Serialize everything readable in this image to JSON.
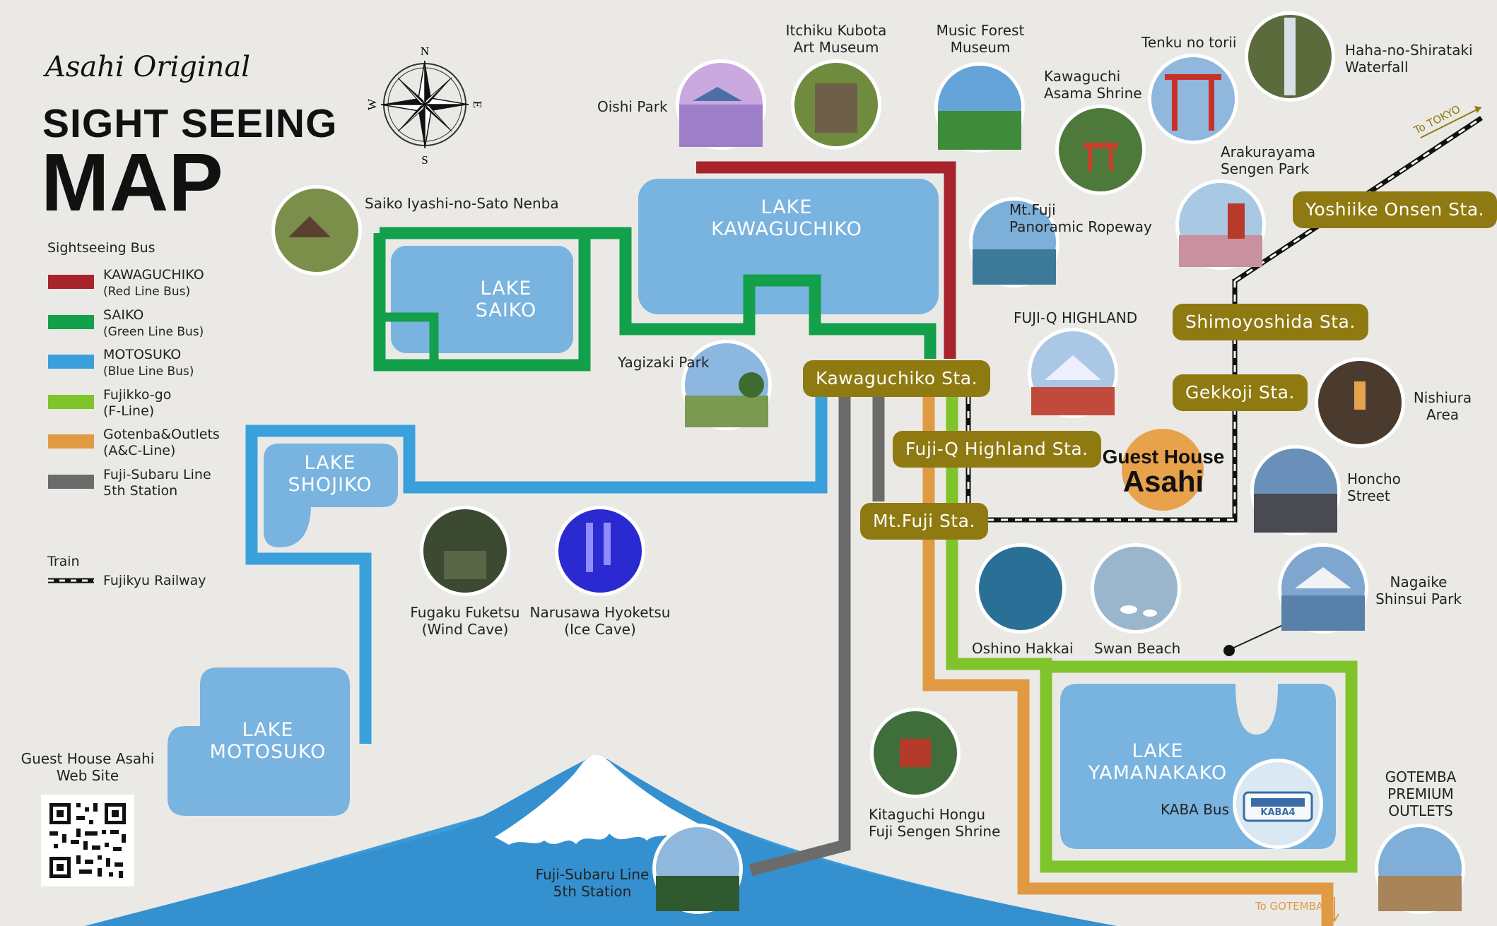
{
  "title": {
    "script": "Asahi Original",
    "line1": "SIGHT SEEING",
    "line2": "MAP"
  },
  "compass": {
    "n": "N",
    "s": "S",
    "e": "E",
    "w": "W"
  },
  "legend": {
    "bus_heading": "Sightseeing Bus",
    "lines": [
      {
        "name": "KAWAGUCHIKO",
        "sub": "(Red Line Bus)",
        "color": "#a8242c"
      },
      {
        "name": "SAIKO",
        "sub": "(Green Line Bus)",
        "color": "#12a04a"
      },
      {
        "name": "MOTOSUKO",
        "sub": "(Blue Line Bus)",
        "color": "#3aa0dc"
      },
      {
        "name": "Fujikko-go",
        "sub": "(F-Line)",
        "color": "#7ec42a"
      },
      {
        "name": "Gotenba&Outlets",
        "sub": "(A&C-Line)",
        "color": "#e09a44"
      },
      {
        "name": "Fuji-Subaru Line",
        "sub": "5th Station",
        "color": "#6b6b6b"
      }
    ],
    "train_heading": "Train",
    "train_name": "Fujikyu Railway"
  },
  "lakes": {
    "kawaguchiko": [
      "LAKE",
      "KAWAGUCHIKO"
    ],
    "saiko": [
      "LAKE",
      "SAIKO"
    ],
    "shojiko": [
      "LAKE",
      "SHOJIKO"
    ],
    "motosuko": [
      "LAKE",
      "MOTOSUKO"
    ],
    "yamanakako": [
      "LAKE",
      "YAMANAKAKO"
    ]
  },
  "stations": {
    "yoshiike": "Yoshiike Onsen Sta.",
    "shimoyoshida": "Shimoyoshida Sta.",
    "gekkoji": "Gekkoji Sta.",
    "kawaguchiko": "Kawaguchiko Sta.",
    "fujiq": "Fuji-Q Highland Sta.",
    "mtfuji": "Mt.Fuji Sta."
  },
  "spots": {
    "oishi": "Oishi Park",
    "itchiku": [
      "Itchiku Kubota",
      "Art Museum"
    ],
    "music": [
      "Music Forest",
      "Museum"
    ],
    "asama": [
      "Kawaguchi",
      "Asama Shrine"
    ],
    "tenku": "Tenku no torii",
    "haha": [
      "Haha-no-Shirataki",
      "Waterfall"
    ],
    "arakura": [
      "Arakurayama",
      "Sengen Park"
    ],
    "saiko_iyashi": "Saiko Iyashi-no-Sato Nenba",
    "ropeway": [
      "Mt.Fuji",
      "Panoramic Ropeway"
    ],
    "fujiq": "FUJI-Q HIGHLAND",
    "yagizaki": "Yagizaki Park",
    "nishiura": [
      "Nishiura",
      "Area"
    ],
    "honcho": [
      "Honcho",
      "Street"
    ],
    "fugaku": [
      "Fugaku Fuketsu",
      "(Wind Cave)"
    ],
    "narusawa": [
      "Narusawa Hyoketsu",
      "(Ice Cave)"
    ],
    "oshino": "Oshino Hakkai",
    "swan": "Swan Beach",
    "nagaike": [
      "Nagaike",
      "Shinsui Park"
    ],
    "kitaguchi": [
      "Kitaguchi Hongu",
      "Fuji Sengen Shrine"
    ],
    "kaba": "KABA Bus",
    "gotemba": [
      "GOTEMBA",
      "PREMIUM",
      "OUTLETS"
    ],
    "subaru5": [
      "Fuji-Subaru Line",
      "5th Station"
    ]
  },
  "guesthouse": {
    "line1": "Guest House",
    "line2": "Asahi"
  },
  "website": [
    "Guest House Asahi",
    "Web Site"
  ],
  "to_tokyo": "To TOKYO",
  "to_gotemba": "To GOTEMBA",
  "kaba_sign": "KABA4",
  "colors": {
    "bg": "#ebe9e6",
    "lake": "#79b3df",
    "station": "#8f7a12",
    "fuji": "#3d9ad8",
    "asahi_dot": "#e8a24c"
  }
}
